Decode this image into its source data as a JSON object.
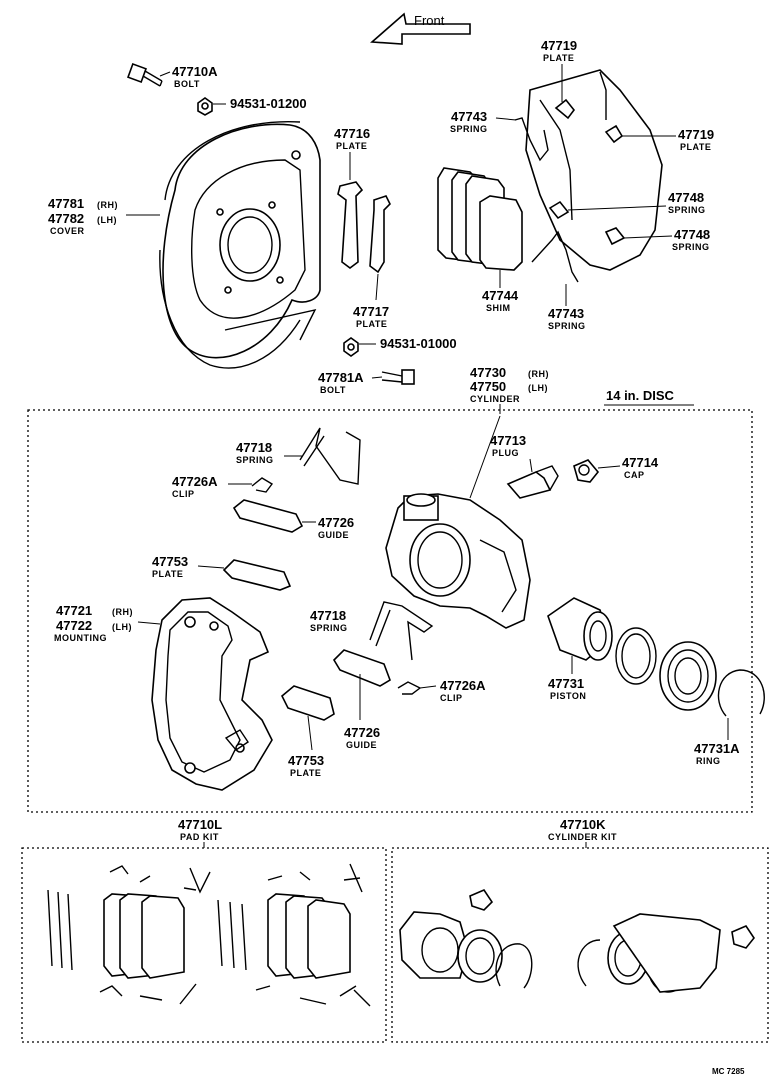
{
  "direction_label": "Front",
  "section_label": "14 in.  DISC",
  "footer_code": "MC  7285",
  "parts": {
    "p47710A": {
      "num": "47710A",
      "name": "BOLT"
    },
    "p94531_01200": {
      "num": "94531-01200"
    },
    "p47781": {
      "num": "47781",
      "sub": "(RH)"
    },
    "p47782": {
      "num": "47782",
      "sub": "(LH)",
      "name": "COVER"
    },
    "p47716": {
      "num": "47716",
      "name": "PLATE"
    },
    "p47717": {
      "num": "47717",
      "name": "PLATE"
    },
    "p94531_01000": {
      "num": "94531-01000"
    },
    "p47781A": {
      "num": "47781A",
      "name": "BOLT"
    },
    "p47719a": {
      "num": "47719",
      "name": "PLATE"
    },
    "p47743a": {
      "num": "47743",
      "name": "SPRING"
    },
    "p47719b": {
      "num": "47719",
      "name": "PLATE"
    },
    "p47748a": {
      "num": "47748",
      "name": "SPRING"
    },
    "p47748b": {
      "num": "47748",
      "name": "SPRING"
    },
    "p47744": {
      "num": "47744",
      "name": "SHIM"
    },
    "p47743b": {
      "num": "47743",
      "name": "SPRING"
    },
    "p47730": {
      "num": "47730",
      "sub": "(RH)"
    },
    "p47750": {
      "num": "47750",
      "sub": "(LH)",
      "name": "CYLINDER"
    },
    "p47718a": {
      "num": "47718",
      "name": "SPRING"
    },
    "p47726Aa": {
      "num": "47726A",
      "name": "CLIP"
    },
    "p47726a": {
      "num": "47726",
      "name": "GUIDE"
    },
    "p47753a": {
      "num": "47753",
      "name": "PLATE"
    },
    "p47721": {
      "num": "47721",
      "sub": "(RH)"
    },
    "p47722": {
      "num": "47722",
      "sub": "(LH)",
      "name": "MOUNTING"
    },
    "p47713": {
      "num": "47713",
      "name": "PLUG"
    },
    "p47714": {
      "num": "47714",
      "name": "CAP"
    },
    "p47718b": {
      "num": "47718",
      "name": "SPRING"
    },
    "p47726Ab": {
      "num": "47726A",
      "name": "CLIP"
    },
    "p47726b": {
      "num": "47726",
      "name": "GUIDE"
    },
    "p47753b": {
      "num": "47753",
      "name": "PLATE"
    },
    "p47731": {
      "num": "47731",
      "name": "PISTON"
    },
    "p47731A": {
      "num": "47731A",
      "name": "RING"
    }
  },
  "kits": {
    "pad": {
      "num": "47710L",
      "name": "PAD KIT"
    },
    "cylinder": {
      "num": "47710K",
      "name": "CYLINDER KIT"
    }
  }
}
